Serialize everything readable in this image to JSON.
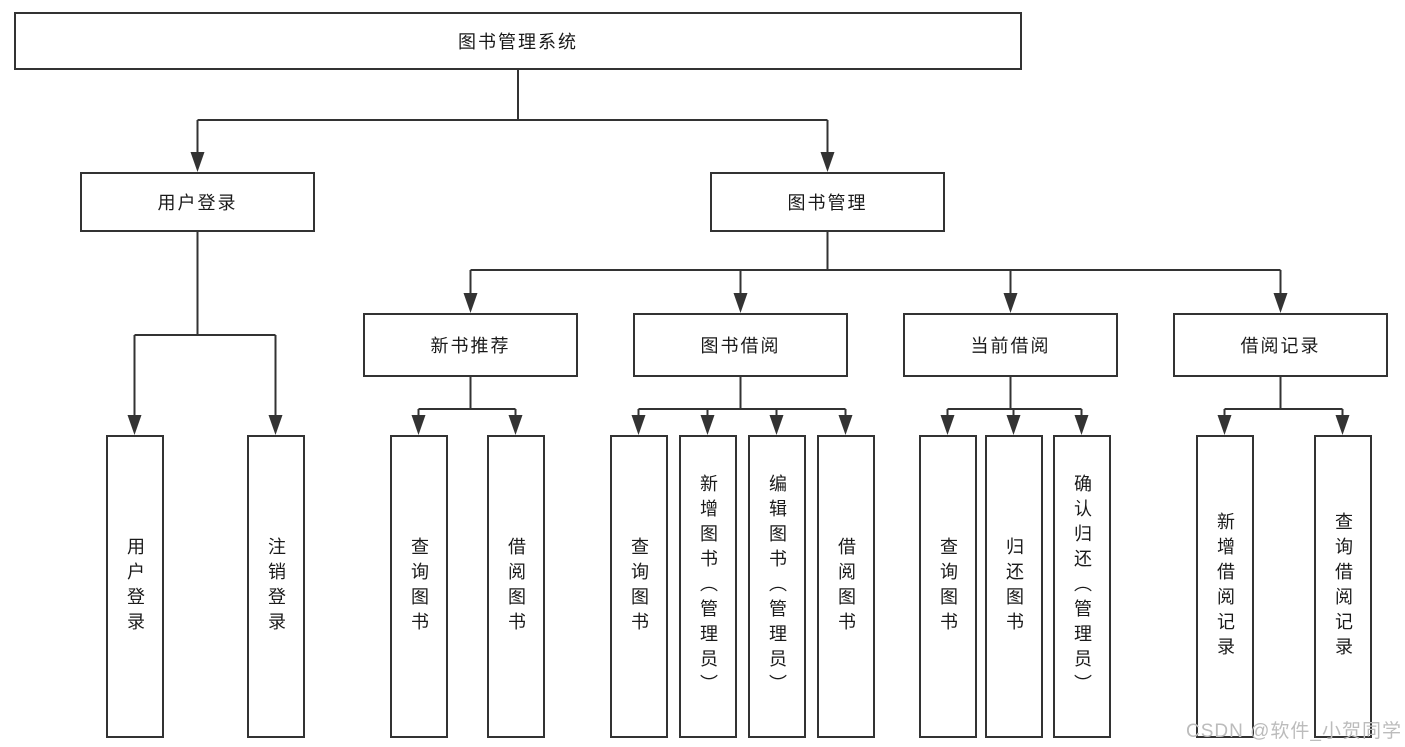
{
  "diagram": {
    "root": "图书管理系统",
    "level2": [
      "用户登录",
      "图书管理"
    ],
    "level3": [
      "新书推荐",
      "图书借阅",
      "当前借阅",
      "借阅记录"
    ],
    "leaves_login": [
      "用户登录",
      "注销登录"
    ],
    "leaves_recommend": [
      "查询图书",
      "借阅图书"
    ],
    "leaves_borrow": [
      "查询图书",
      "新增图书（管理员）",
      "编辑图书（管理员）",
      "借阅图书"
    ],
    "leaves_current": [
      "查询图书",
      "归还图书",
      "确认归还（管理员）"
    ],
    "leaves_records": [
      "新增借阅记录",
      "查询借阅记录"
    ]
  },
  "watermark": "CSDN @软件_小贺同学",
  "colors": {
    "line": "#333333",
    "text": "#1a1a1a",
    "watermark": "#bcbcbc",
    "background": "#ffffff"
  }
}
